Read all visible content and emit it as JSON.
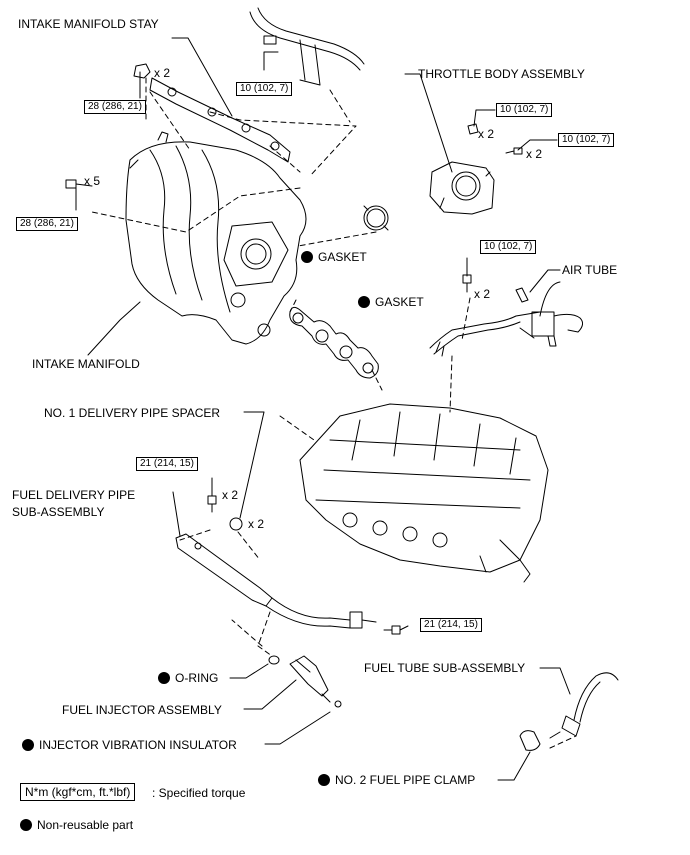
{
  "labels": {
    "intake_manifold_stay": "INTAKE MANIFOLD STAY",
    "throttle_body_assembly": "THROTTLE BODY ASSEMBLY",
    "gasket_1": "GASKET",
    "gasket_2": "GASKET",
    "air_tube": "AIR TUBE",
    "intake_manifold": "INTAKE MANIFOLD",
    "no1_delivery_pipe_spacer": "NO. 1 DELIVERY PIPE SPACER",
    "fuel_delivery_pipe_line1": "FUEL DELIVERY PIPE",
    "fuel_delivery_pipe_line2": "SUB-ASSEMBLY",
    "fuel_tube_sub_assembly": "FUEL TUBE SUB-ASSEMBLY",
    "o_ring": "O-RING",
    "fuel_injector_assembly": "FUEL INJECTOR ASSEMBLY",
    "injector_vibration_insulator": "INJECTOR VIBRATION INSULATOR",
    "no2_fuel_pipe_clamp": "NO. 2 FUEL PIPE CLAMP"
  },
  "torques": {
    "manifold_stay_bolt": "10 (102, 7)",
    "stay_nut": "28 (286, 21)",
    "manifold_bolt": "28 (286, 21)",
    "throttle_nut": "10 (102, 7)",
    "throttle_bolt": "10 (102, 7)",
    "air_tube_bolt": "10 (102, 7)",
    "delivery_pipe_bolt": "21 (214, 15)",
    "fuel_tube_bolt": "21 (214, 15)"
  },
  "quantities": {
    "stay_nut": "x 2",
    "manifold_bolt": "x 5",
    "throttle_nut": "x 2",
    "throttle_bolt": "x 2",
    "air_tube_bolt": "x 2",
    "delivery_pipe_bolt": "x 2",
    "spacer": "x 2"
  },
  "legend": {
    "torque_unit": "N*m (kgf*cm, ft.*lbf)",
    "torque_text": ": Specified torque",
    "non_reusable": "Non-reusable part"
  }
}
